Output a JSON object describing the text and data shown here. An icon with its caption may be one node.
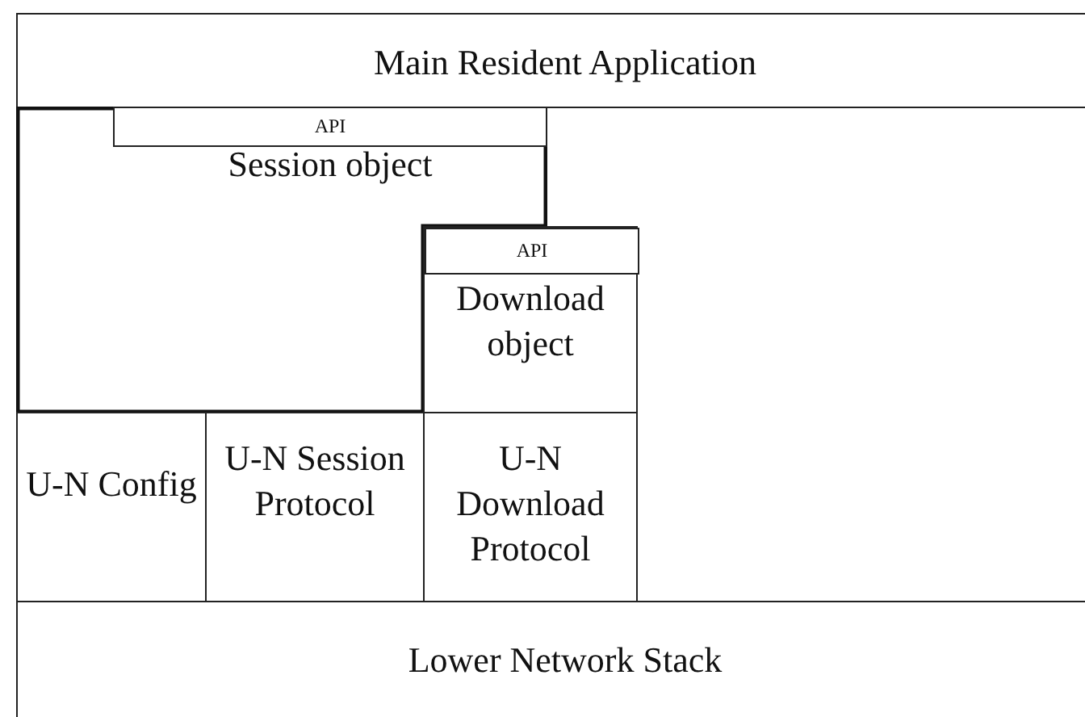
{
  "diagram": {
    "nodes": [
      {
        "text": [
          "Main Resident Application"
        ]
      },
      {
        "text": [
          "Session object"
        ]
      },
      {
        "text": [
          "API"
        ],
        "in": 1
      },
      {
        "text": [
          "Download object"
        ]
      },
      {
        "text": [
          "API"
        ],
        "in": 3
      },
      {
        "text": [
          "U-N Config"
        ]
      },
      {
        "text": [
          "U-N Session Protocol"
        ]
      },
      {
        "text": [
          "U-N Download Protocol"
        ]
      },
      {
        "text": [
          "Lower Network Stack"
        ]
      }
    ]
  }
}
